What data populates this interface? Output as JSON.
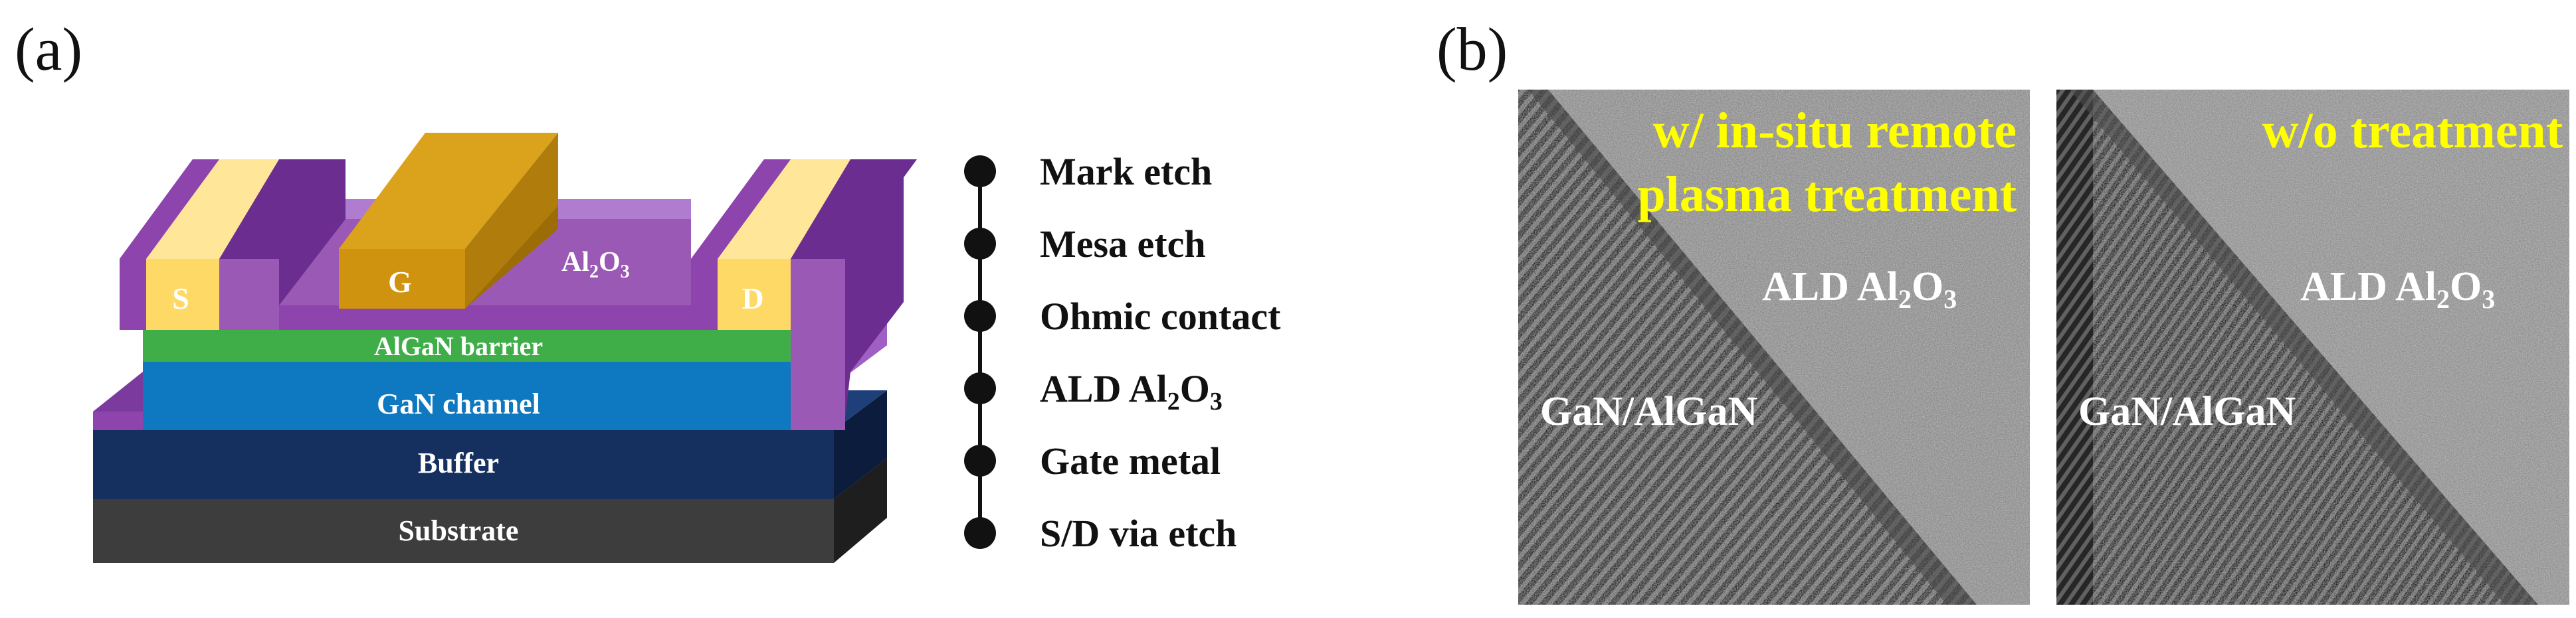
{
  "panel_a": {
    "label": "(a)",
    "device": {
      "source": "S",
      "gate": "G",
      "drain": "D",
      "oxide": {
        "main": "Al",
        "sub": "2",
        "mid": "O",
        "sub2": "3"
      },
      "barrier": "AlGaN barrier",
      "channel": "GaN channel",
      "buffer": "Buffer",
      "substrate": "Substrate"
    },
    "process_steps": [
      "Mark etch",
      "Mesa etch",
      "Ohmic contact",
      "ALD Al2O3",
      "Gate metal",
      "S/D via etch"
    ],
    "ald_step": {
      "pre": "ALD Al",
      "sub": "2",
      "mid": "O",
      "sub2": "3"
    }
  },
  "panel_b": {
    "label": "(b)",
    "left_image": {
      "title_line1": "w/ in-situ remote",
      "title_line2": "plasma treatment",
      "oxide_label": {
        "pre": "ALD Al",
        "sub": "2",
        "mid": "O",
        "sub2": "3"
      },
      "substrate_label": "GaN/AlGaN"
    },
    "right_image": {
      "title": "w/o treatment",
      "oxide_label": {
        "pre": "ALD Al",
        "sub": "2",
        "mid": "O",
        "sub2": "3"
      },
      "substrate_label": "GaN/AlGaN"
    }
  },
  "colors": {
    "substrate": "#3d3d3d",
    "buffer": "#15305f",
    "channel": "#0e78c0",
    "barrier": "#3fae49",
    "oxide": "#9b59b6",
    "oxide_dark": "#6b2d8f",
    "contact": "#f9d97a",
    "gate": "#d69b12",
    "annotation": "#ffff00"
  }
}
